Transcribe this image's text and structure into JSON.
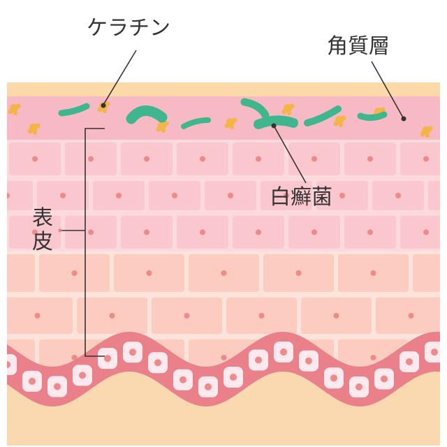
{
  "labels": {
    "keratin": "ケラチン",
    "stratum_corneum": "角質層",
    "epidermis": "表皮",
    "fungus": "白癬菌"
  },
  "colors": {
    "cream": "#fbd9a8",
    "corneum_pink": "#f7b9c4",
    "cell_pink": "#f9c7cd",
    "cell_pink_mortar": "#fbdadd",
    "cell_peach": "#fcccc0",
    "cell_peach_mortar": "#fde3da",
    "nucleus": "#ef8a8a",
    "basal_band": "#e9808a",
    "basal_cell": "#fde9ee",
    "dermis": "#fbd9b0",
    "keratin_dot": "#f3b545",
    "fungus_green": "#3fb68d",
    "text": "#333333"
  }
}
